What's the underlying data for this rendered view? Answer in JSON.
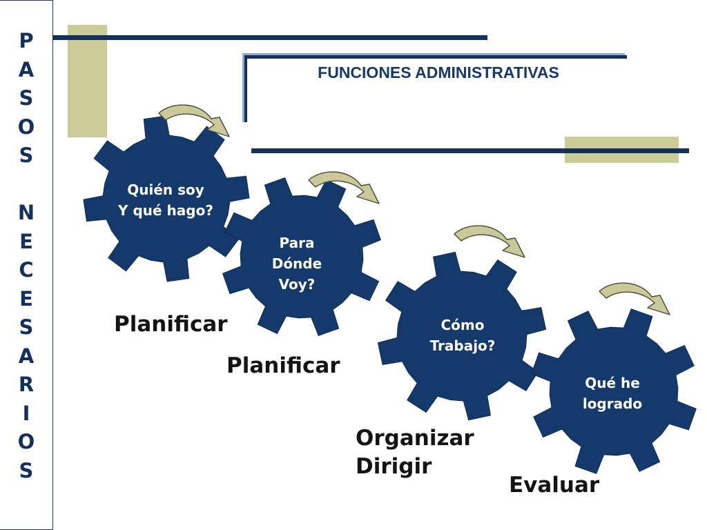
{
  "sidebar": {
    "vertical_text": [
      "P",
      "A",
      "S",
      "O",
      "S",
      "",
      "N",
      "E",
      "C",
      "E",
      "S",
      "A",
      "R",
      "I",
      "O",
      "S"
    ]
  },
  "header": {
    "title": "FUNCIONES ADMINISTRATIVAS"
  },
  "gears": [
    {
      "label_lines": [
        "Quién soy",
        "Y qué hago?"
      ]
    },
    {
      "label_lines": [
        "Para",
        "Dónde",
        "Voy?"
      ]
    },
    {
      "label_lines": [
        "Cómo",
        "Trabajo?"
      ]
    },
    {
      "label_lines": [
        "Qué he",
        "logrado"
      ]
    }
  ],
  "steps": [
    {
      "lines": [
        "Planificar"
      ]
    },
    {
      "lines": [
        "Planificar"
      ]
    },
    {
      "lines": [
        "Organizar",
        "Dirigir"
      ]
    },
    {
      "lines": [
        "Evaluar"
      ]
    }
  ],
  "colors": {
    "navy": "#14305c",
    "gear": "#14396b",
    "khaki": "#cccc99",
    "arrow": "#c9c99a"
  },
  "icons": [
    "curved-arrow-icon",
    "gear-icon"
  ]
}
